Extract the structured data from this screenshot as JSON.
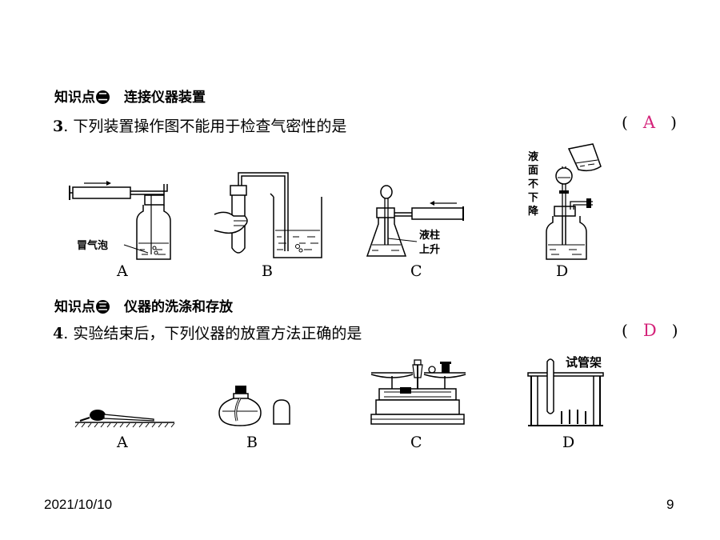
{
  "section2": {
    "badge": "二",
    "prefix": "知识点",
    "title": "连接仪器装置"
  },
  "q3": {
    "number": "3",
    "text": ". 下列装置操作图不能用于检查气密性的是",
    "answer": "A",
    "labels": [
      "A",
      "B",
      "C",
      "D"
    ],
    "annotations": {
      "bubbles": "冒气泡",
      "column_rise_1": "液柱",
      "column_rise_2": "上升",
      "level_1": "液",
      "level_2": "面",
      "level_3": "不",
      "level_4": "下",
      "level_5": "降"
    }
  },
  "section3": {
    "badge": "三",
    "prefix": "知识点",
    "title": "仪器的洗涤和存放"
  },
  "q4": {
    "number": "4",
    "text": ". 实验结束后，下列仪器的放置方法正确的是",
    "answer": "D",
    "labels": [
      "A",
      "B",
      "C",
      "D"
    ],
    "annotations": {
      "rack": "试管架"
    }
  },
  "footer": {
    "date": "2021/10/10",
    "page": "9"
  },
  "colors": {
    "answer": "#d4237a"
  }
}
